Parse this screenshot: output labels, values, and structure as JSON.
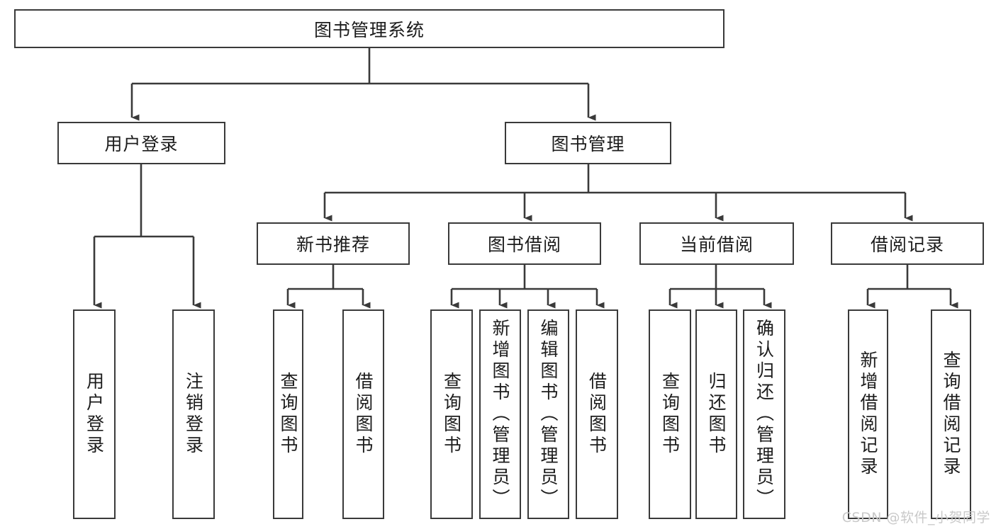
{
  "diagram": {
    "title": "图书管理系统",
    "watermark": "CSDN @软件_小贺同学",
    "colors": {
      "border": "#3a3a3a",
      "background": "#ffffff",
      "text": "#1c1c1c",
      "watermark": "#c9c9c9"
    },
    "levels": {
      "root": {
        "label": "图书管理系统"
      },
      "tier1": [
        {
          "label": "用户登录"
        },
        {
          "label": "图书管理"
        }
      ],
      "tier2": [
        {
          "label": "新书推荐"
        },
        {
          "label": "图书借阅"
        },
        {
          "label": "当前借阅"
        },
        {
          "label": "借阅记录"
        }
      ],
      "leaves": {
        "user_login": [
          {
            "label": "用户登录"
          },
          {
            "label": "注销登录"
          }
        ],
        "new_book_recommend": [
          {
            "label": "查询图书"
          },
          {
            "label": "借阅图书"
          }
        ],
        "book_borrow": [
          {
            "label": "查询图书"
          },
          {
            "label": "新增图书（管理员）"
          },
          {
            "label": "编辑图书（管理员）"
          },
          {
            "label": "借阅图书"
          }
        ],
        "current_borrow": [
          {
            "label": "查询图书"
          },
          {
            "label": "归还图书"
          },
          {
            "label": "确认归还（管理员）"
          }
        ],
        "borrow_record": [
          {
            "label": "新增借阅记录"
          },
          {
            "label": "查询借阅记录"
          }
        ]
      }
    }
  }
}
